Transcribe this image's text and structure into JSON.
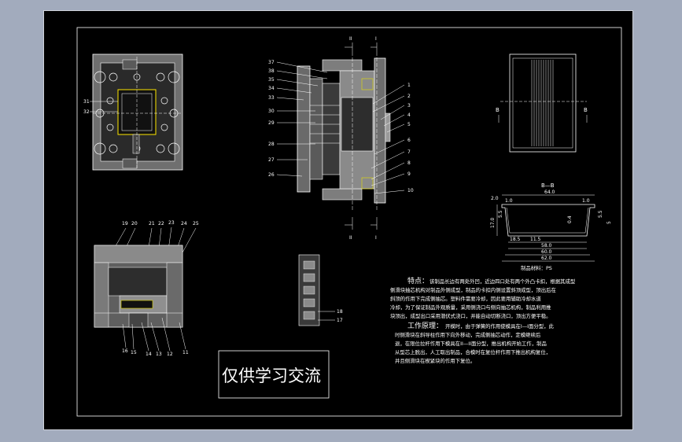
{
  "watermark": "仅供学习交流",
  "material_label": "制品材料：PS",
  "section_label_bb": "B—B",
  "section_marks": {
    "b": "B",
    "i": "I",
    "ii": "II"
  },
  "features": {
    "heading": "特点：",
    "lines": [
      "该制品长边有两处外凹，近边四口处有两个外凸卡扣，根据其成型",
      "侧滑块抽芯机构对制品外侧成型，制品的卡扣内侧设置斜顶成型，顶出后在",
      "斜顶的作用下完成侧抽芯。塑料件需要冷却，因此要用辅助冷却水道",
      "冷却，为了保证制品外观质量，采用侧浇口与侧向抽芯机构，制品利用推",
      "块顶出，成型出口采用潜伏式浇口，并能自动切断浇口，顶出方便平稳。"
    ]
  },
  "principle": {
    "heading": "工作原理：",
    "lines": [
      "开模时，由于弹簧的作用使模具在I—I面分型，此",
      "时侧滑块在斜导柱作用下向外移动，完成侧抽芯动作，定模继续后",
      "退，在限位拉杆作用下模具在II—II面分型，推出机构开始工作，制品",
      "从型芯上脱出，人工取出制品，合模时在复位杆作用下推出机构复位，",
      "并且侧滑块在楔紧块的作用下复位。"
    ]
  },
  "dims": {
    "top": "64.0",
    "lw": "2.0",
    "l1": "1.0",
    "r1": "1.0",
    "h": "17.0",
    "lh": "5.5",
    "rh": "5.5",
    "ledge": "0.4",
    "r": "5",
    "b1": "18.5",
    "b2": "11.5",
    "b3": "58.0",
    "b4": "60.0",
    "b5": "62.0"
  },
  "left_labels": [
    "31",
    "32"
  ],
  "main_left_labels": [
    "37",
    "38",
    "35",
    "34",
    "33",
    "30",
    "29",
    "28",
    "27",
    "26"
  ],
  "main_right_labels": [
    "1",
    "2",
    "3",
    "4",
    "5",
    "6",
    "7",
    "8",
    "9",
    "10"
  ],
  "lower_top_labels": [
    "19",
    "20",
    "21",
    "22",
    "23",
    "24",
    "25"
  ],
  "lower_bottom_labels": [
    "16",
    "15",
    "14",
    "13",
    "12",
    "11"
  ],
  "small_labels": [
    "18",
    "17"
  ]
}
